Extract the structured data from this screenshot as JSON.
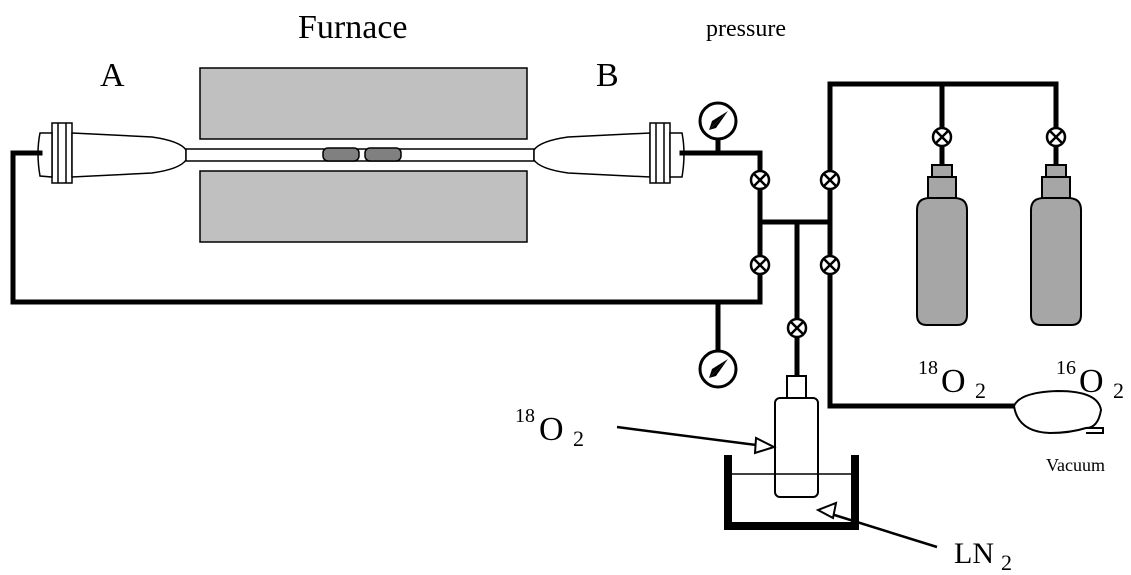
{
  "labels": {
    "furnace": "Furnace",
    "end_a": "A",
    "end_b": "B",
    "pressure": "pressure",
    "cyl1_mass": "18",
    "cyl1_elem": "O",
    "cyl1_sub": "2",
    "cyl2_mass": "16",
    "cyl2_elem": "O",
    "cyl2_sub": "2",
    "trap_mass": "18",
    "trap_elem": "O",
    "trap_sub": "2",
    "ln2_main": "LN",
    "ln2_sub": "2",
    "vacuum": "Vacuum"
  },
  "colors": {
    "furnace_fill": "#c0c0c0",
    "cylinder_fill": "#a6a6a6",
    "sample_fill": "#808080",
    "line": "#000000"
  }
}
